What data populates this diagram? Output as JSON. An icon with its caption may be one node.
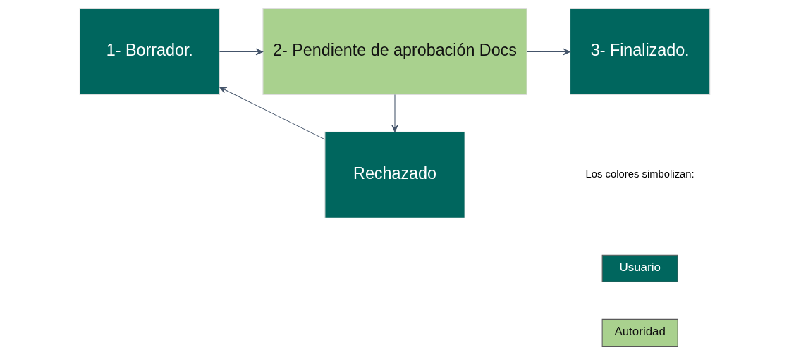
{
  "diagram": {
    "nodes": [
      {
        "text": [
          "1- Borrador."
        ]
      },
      {
        "text": [
          "2- Pendiente de aprobación Docs"
        ]
      },
      {
        "text": [
          "3- Finalizado."
        ]
      },
      {
        "text": [
          "Rechazado"
        ]
      }
    ],
    "edges": [
      {
        "from": 0,
        "to": 1,
        "arrow": "to"
      },
      {
        "from": 1,
        "to": 2,
        "arrow": "to"
      },
      {
        "from": 1,
        "to": 3,
        "arrow": "to"
      },
      {
        "from": 3,
        "to": 0,
        "arrow": "to"
      }
    ],
    "labels": [
      "Los colores simbolizan:"
    ],
    "legend": [
      {
        "text": "Usuario",
        "color": "#00665e"
      },
      {
        "text": "Autoridad",
        "color": "#a9d18e"
      }
    ]
  }
}
